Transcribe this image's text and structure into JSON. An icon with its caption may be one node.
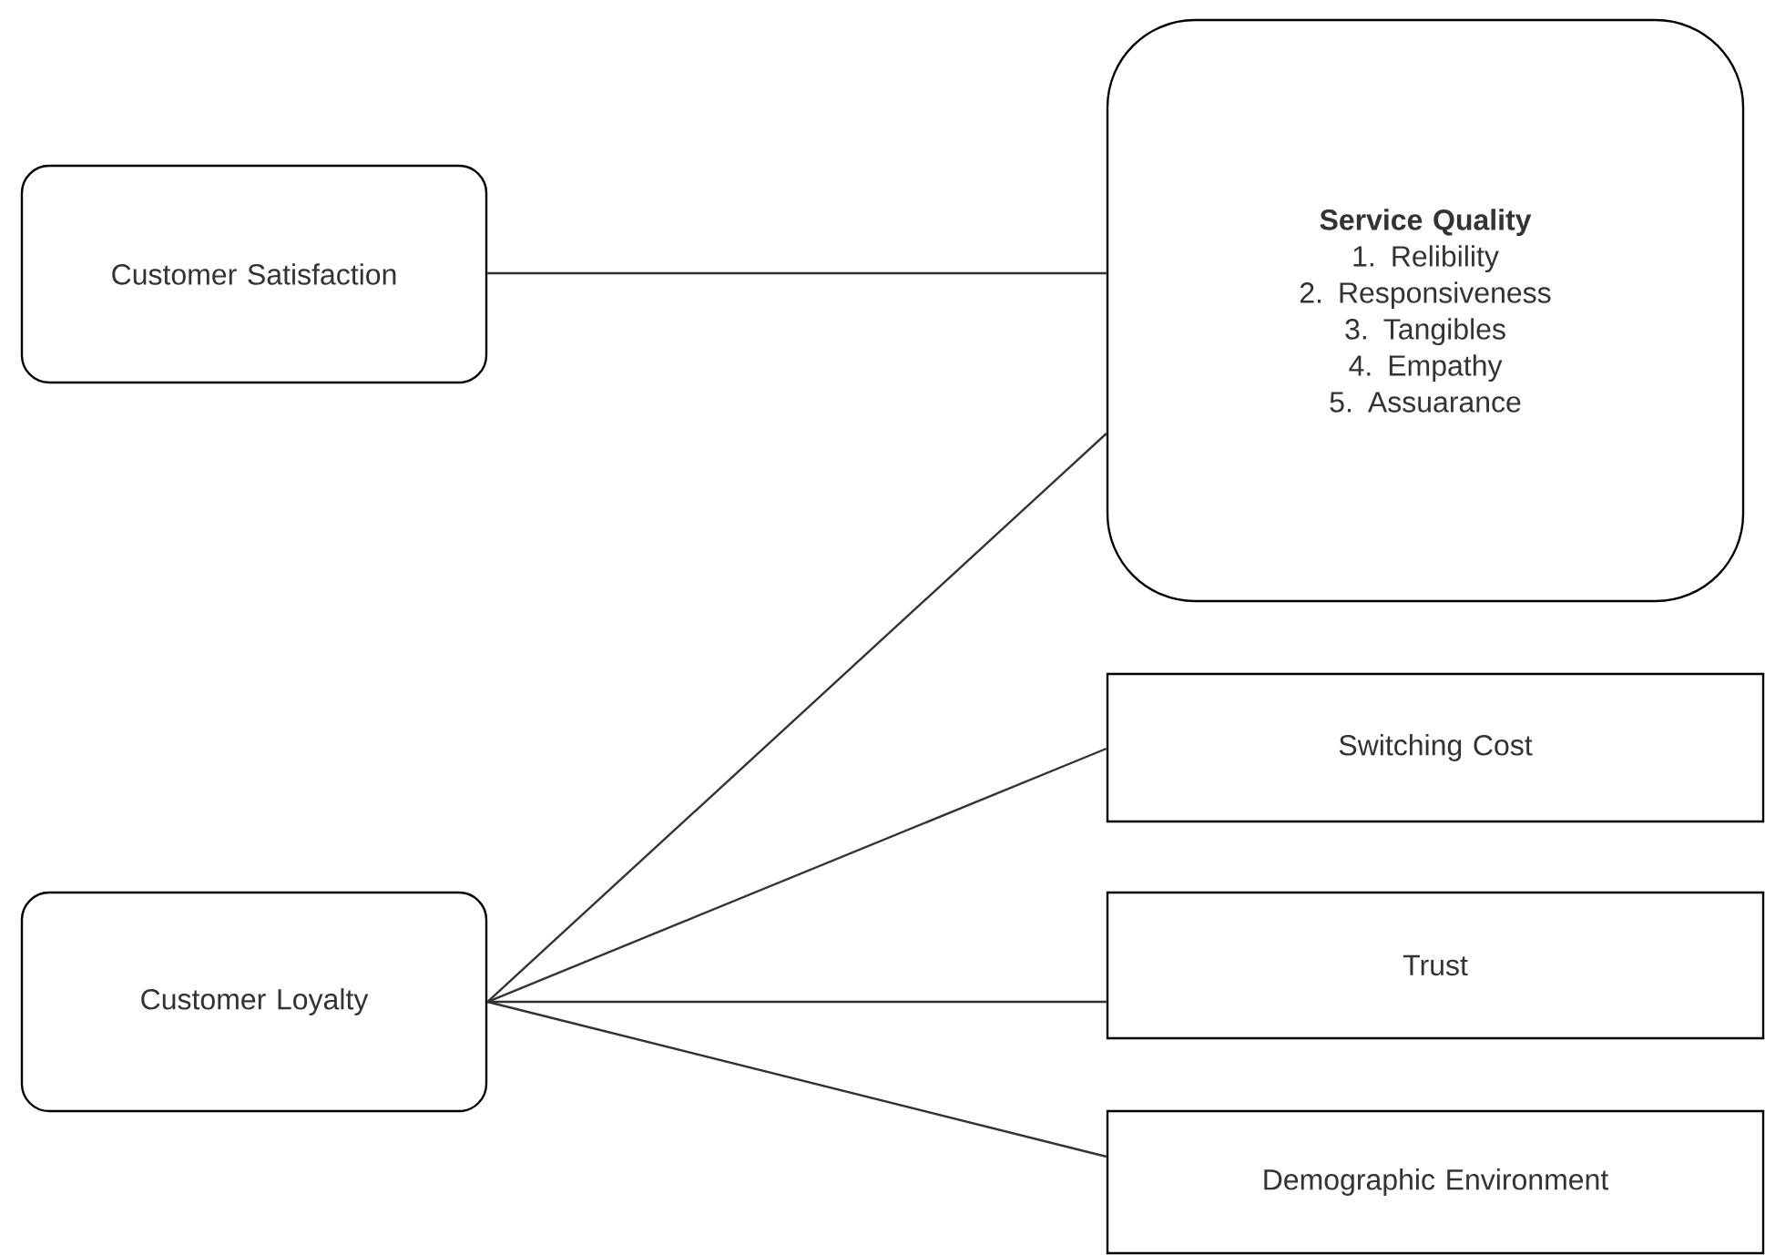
{
  "diagram": {
    "nodes": [
      {
        "text": [
          "Customer Satisfaction"
        ]
      },
      {
        "text": [
          "Service Quality",
          "1. Relibility",
          "2. Responsiveness",
          "3. Tangibles",
          "4. Empathy",
          "5. Assuarance"
        ]
      },
      {
        "text": [
          "Switching Cost"
        ]
      },
      {
        "text": [
          "Customer Loyalty"
        ]
      },
      {
        "text": [
          "Trust"
        ]
      },
      {
        "text": [
          "Demographic Environment"
        ]
      }
    ],
    "edges": [
      {
        "from": 0,
        "to": 1,
        "arrow": "none"
      },
      {
        "from": 3,
        "to": 1,
        "arrow": "none"
      },
      {
        "from": 3,
        "to": 2,
        "arrow": "none"
      },
      {
        "from": 3,
        "to": 4,
        "arrow": "none"
      },
      {
        "from": 3,
        "to": 5,
        "arrow": "none"
      }
    ]
  }
}
